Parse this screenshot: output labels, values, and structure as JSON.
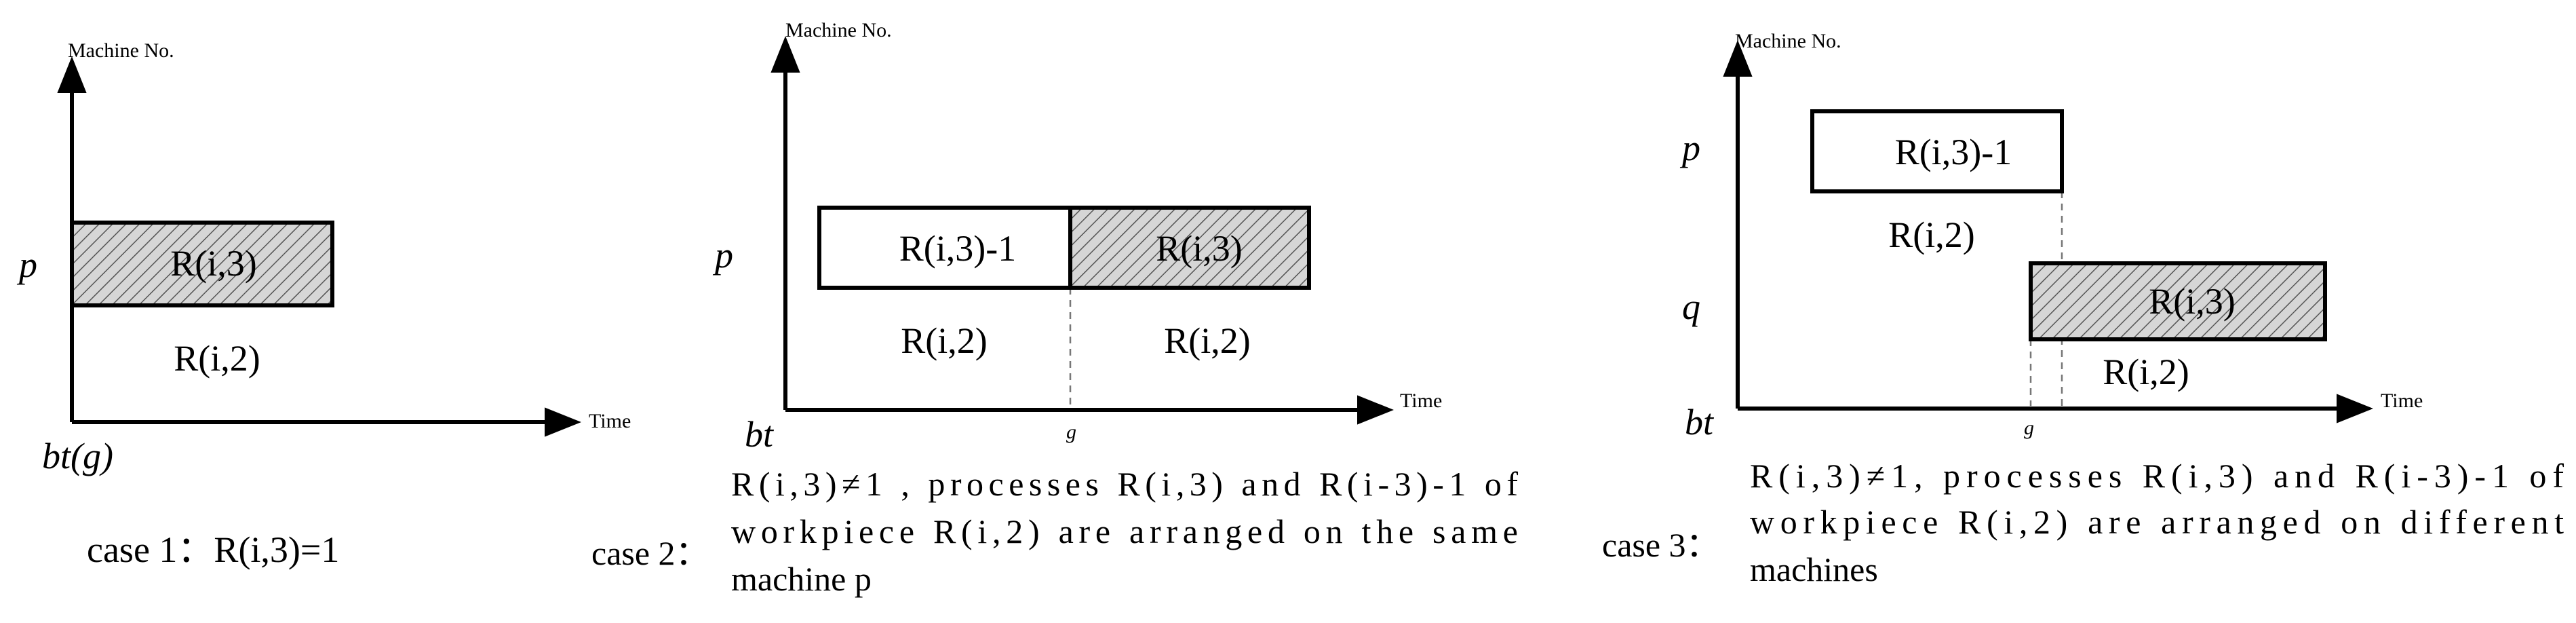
{
  "axis": {
    "y_label": "Machine No.",
    "x_label": "Time"
  },
  "case1": {
    "machine_label": "p",
    "origin_label": "bt(g)",
    "bar_label": "R(i,3)",
    "under_label": "R(i,2)",
    "caption_prefix": "case 1：",
    "caption_formula": "R(i,3)=1"
  },
  "case2": {
    "machine_label": "p",
    "origin_label": "bt",
    "g_label": "g",
    "bar1_label": "R(i,3)-1",
    "bar2_label": "R(i,3)",
    "under1_label": "R(i,2)",
    "under2_label": "R(i,2)",
    "caption_prefix": "case 2：",
    "caption_lines": [
      "R(i,3)≠1 , processes R(i,3) and R(i-3)-1 of",
      "workpiece R(i,2) are arranged on the same",
      "machine p"
    ]
  },
  "case3": {
    "machine_p_label": "p",
    "machine_q_label": "q",
    "origin_label": "bt",
    "g_label": "g",
    "bar1_label": "R(i,3)-1",
    "bar2_label": "R(i,3)",
    "under1_label": "R(i,2)",
    "under2_label": "R(i,2)",
    "caption_prefix": "case 3：",
    "caption_lines": [
      "R(i,3)≠1, processes R(i,3) and R(i-3)-1 of",
      "workpiece R(i,2) are arranged on different",
      "machines"
    ]
  }
}
